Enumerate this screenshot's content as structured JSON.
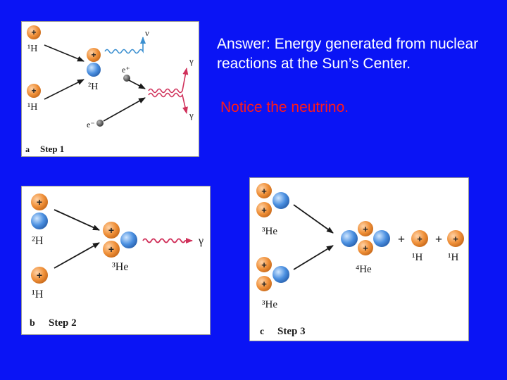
{
  "answer_text": "Answer:  Energy generated from nuclear reactions at the Sun’s Center.",
  "notice_text": "Notice the neutrino.",
  "colors": {
    "background": "#0a14f5",
    "proton": "#f0913a",
    "neutron": "#4a8fe0",
    "photon_wave": "#d0305a",
    "neutrino_wave": "#3a8fd0",
    "notice_text": "#ff1a1a"
  },
  "particle_symbols": {
    "proton": "+",
    "positron": "e⁺",
    "electron": "e⁻",
    "neutrino": "ν",
    "gamma": "γ"
  },
  "step1": {
    "caption_letter": "a",
    "caption_title": "Step 1",
    "hydrogen_label": "¹H",
    "deuterium_label": "²H"
  },
  "step2": {
    "caption_letter": "b",
    "caption_title": "Step 2",
    "deuterium_label": "²H",
    "hydrogen_label": "¹H",
    "helium3_label": "³He"
  },
  "step3": {
    "caption_letter": "c",
    "caption_title": "Step 3",
    "helium3_label": "³He",
    "helium4_label": "⁴He",
    "hydrogen_label": "¹H",
    "plus": "+"
  }
}
